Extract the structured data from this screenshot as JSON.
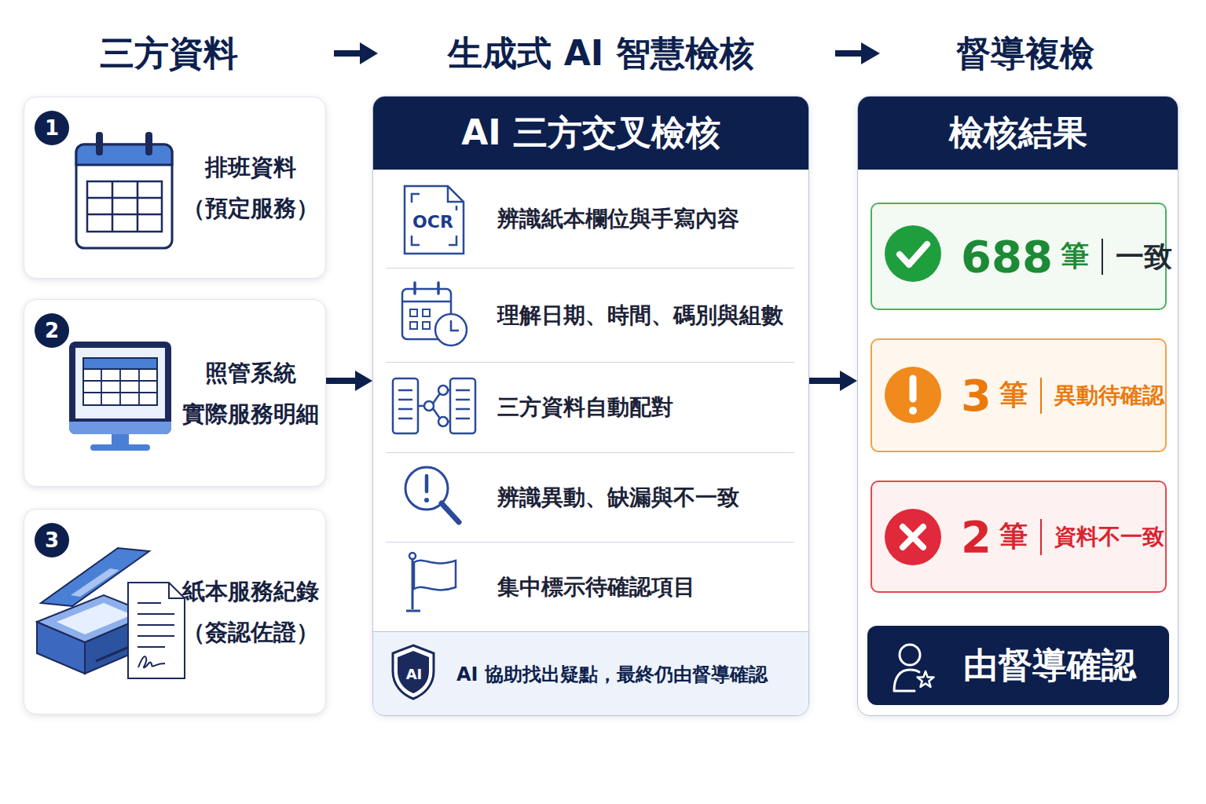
{
  "diagram": {
    "nodes": [
      {
        "text": [
          "排班資料",
          "（預定服務）"
        ]
      },
      {
        "text": [
          "1"
        ],
        "in": 0
      },
      {
        "text": [
          "照管系統",
          "實際服務明細"
        ]
      },
      {
        "text": [
          "2"
        ],
        "in": 2
      },
      {
        "text": [
          "紙本服務紀錄",
          "（簽認佐證）"
        ]
      },
      {
        "text": [
          "3"
        ],
        "in": 4
      },
      {
        "text": [
          "AI 三方交叉檢核"
        ]
      },
      {
        "text": [
          "辨識紙本欄位與手寫內容"
        ],
        "in": 6
      },
      {
        "text": [
          "理解日期、時間、碼別與組數"
        ],
        "in": 6
      },
      {
        "text": [
          "三方資料自動配對"
        ],
        "in": 6
      },
      {
        "text": [
          "辨識異動、缺漏與不一致"
        ],
        "in": 6
      },
      {
        "text": [
          "集中標示待確認項目"
        ],
        "in": 6
      },
      {
        "text": [
          "AI 協助找出疑點，最終仍由督導確認"
        ],
        "in": 6
      },
      {
        "text": [
          "檢核結果"
        ]
      },
      {
        "text": [
          "688",
          "筆",
          "一致"
        ],
        "in": 13
      },
      {
        "text": [
          "3",
          "筆",
          "異動待確認"
        ],
        "in": 13
      },
      {
        "text": [
          "2",
          "筆",
          "資料不一致"
        ],
        "in": 13
      },
      {
        "text": [
          "由督導確認"
        ],
        "in": 13
      }
    ],
    "edges": [
      {
        "from": 2,
        "to": 6,
        "arrow": "to"
      },
      {
        "from": 6,
        "to": 13,
        "arrow": "to"
      }
    ],
    "labels": [
      "三方資料",
      "生成式 AI 智慧檢核",
      "督導複檢",
      "OCR",
      "AI"
    ]
  }
}
